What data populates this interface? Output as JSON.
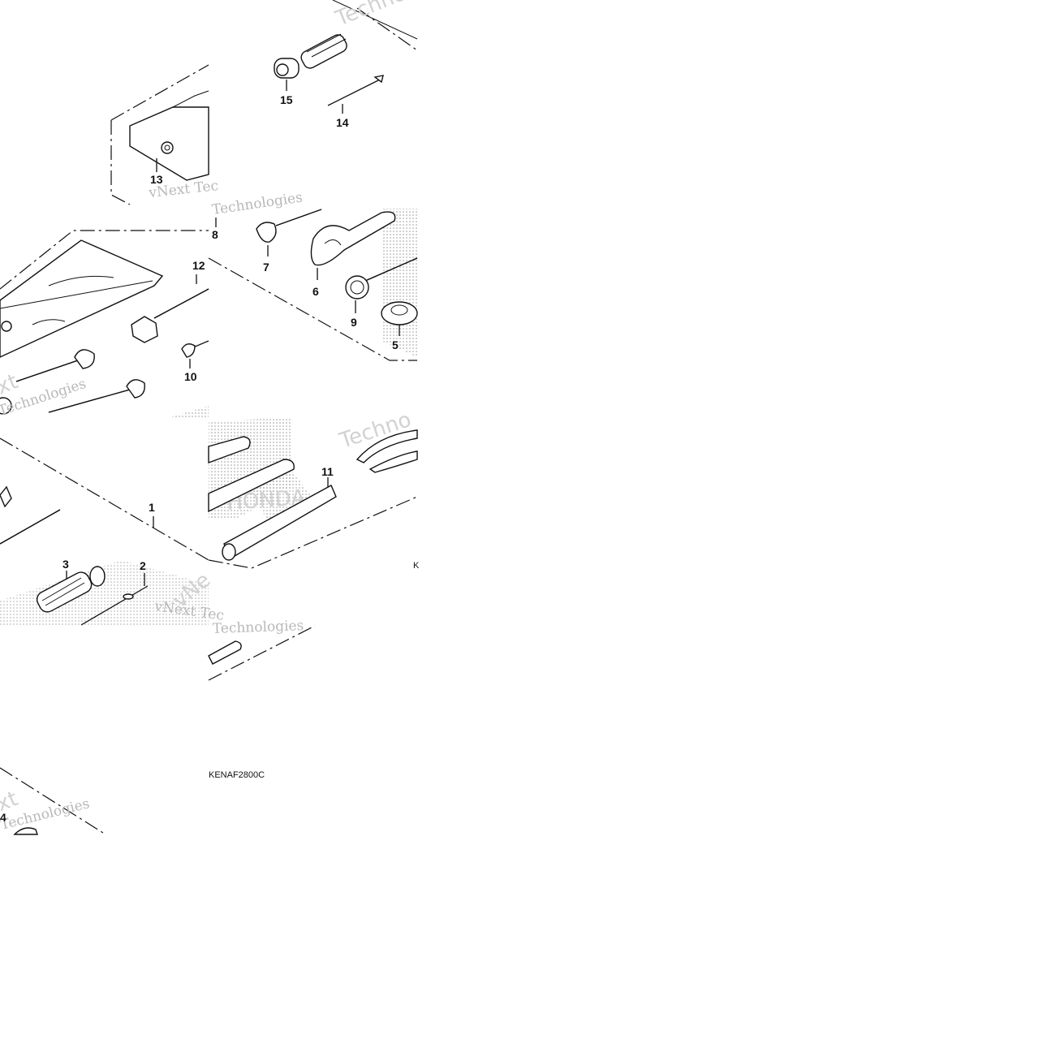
{
  "diagram": {
    "figure_code": "KENAF2800C",
    "figure_code_fragment": "K",
    "callouts": [
      {
        "id": "c15",
        "label": "15"
      },
      {
        "id": "c14",
        "label": "14"
      },
      {
        "id": "c13",
        "label": "13"
      },
      {
        "id": "c8",
        "label": "8"
      },
      {
        "id": "c7",
        "label": "7"
      },
      {
        "id": "c6",
        "label": "6"
      },
      {
        "id": "c9",
        "label": "9"
      },
      {
        "id": "c5",
        "label": "5"
      },
      {
        "id": "c12",
        "label": "12"
      },
      {
        "id": "c10",
        "label": "10"
      },
      {
        "id": "c11",
        "label": "11"
      },
      {
        "id": "c1",
        "label": "1"
      },
      {
        "id": "c3",
        "label": "3"
      },
      {
        "id": "c2",
        "label": "2"
      },
      {
        "id": "c4",
        "label": "4"
      }
    ],
    "watermarks": {
      "brand_a": "Techno",
      "brand_b": "vNext Tec",
      "brand_c": "Technologies",
      "brand_d": "Technologies",
      "brand_e": "Techno",
      "brand_f": "vNext Tec",
      "brand_g": "Technologies",
      "brand_h": "Technologies",
      "brand_i": "vNext",
      "brand_j": "xt",
      "brand_k": "vNe",
      "honda": "HONDA"
    }
  }
}
